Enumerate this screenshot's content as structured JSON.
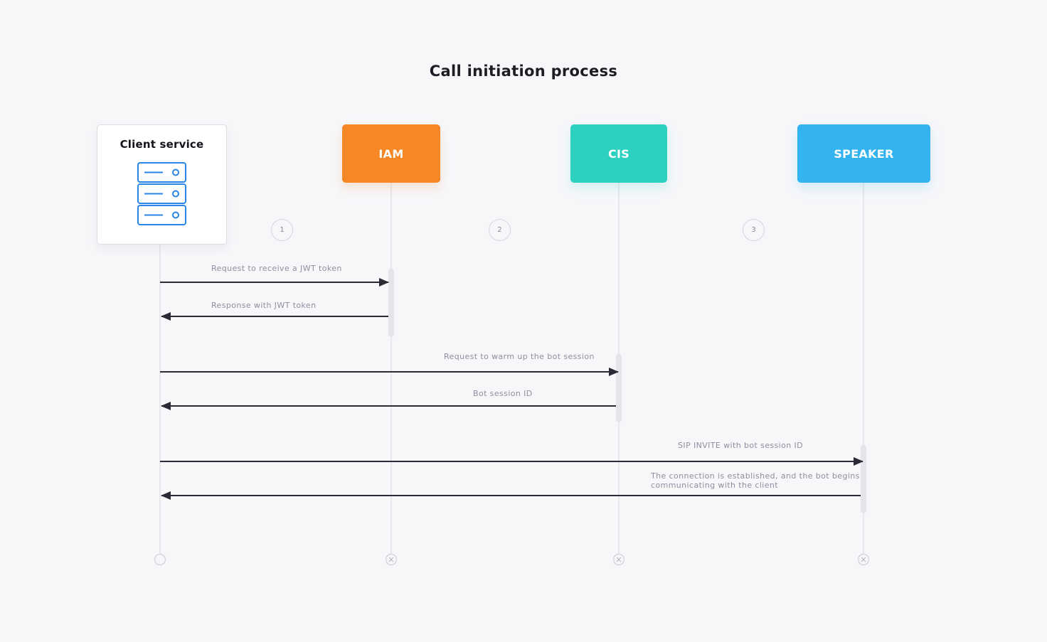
{
  "title": "Call initiation process",
  "participants": [
    {
      "id": "client",
      "label": "Client service",
      "icon": "server-stack-icon",
      "color": "#ffffff"
    },
    {
      "id": "iam",
      "label": "IAM",
      "color": "#f58726"
    },
    {
      "id": "cis",
      "label": "CIS",
      "color": "#2ed1c0"
    },
    {
      "id": "speaker",
      "label": "SPEAKER",
      "color": "#33b3ef"
    }
  ],
  "steps": [
    "1",
    "2",
    "3"
  ],
  "messages": [
    {
      "from": "client",
      "to": "iam",
      "label": "Request to receive a JWT token"
    },
    {
      "from": "iam",
      "to": "client",
      "label": "Response with JWT token"
    },
    {
      "from": "client",
      "to": "cis",
      "label": "Request to warm up the bot session"
    },
    {
      "from": "cis",
      "to": "client",
      "label": "Bot session ID"
    },
    {
      "from": "client",
      "to": "speaker",
      "label": "SIP INVITE with bot session ID"
    },
    {
      "from": "speaker",
      "to": "client",
      "label": "The connection is established, and the bot begins\ncommunicating with the client"
    }
  ],
  "colors": {
    "arrow": "#2a2a36",
    "lifeline": "#e2e2e8",
    "activation": "#e4e4ea",
    "server_icon": "#2a86e6"
  }
}
